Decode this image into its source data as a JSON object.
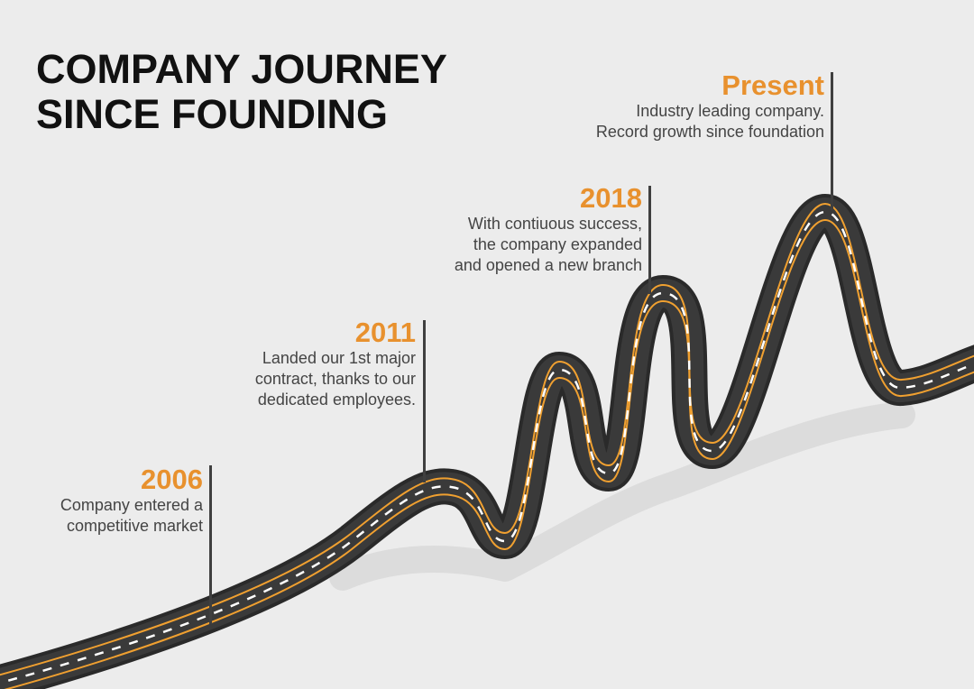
{
  "title": {
    "line1": "COMPANY JOURNEY",
    "line2": "SINCE FOUNDING"
  },
  "milestones": [
    {
      "year": "2006",
      "lines": [
        "Company entered a",
        "competitive market"
      ]
    },
    {
      "year": "2011",
      "lines": [
        "Landed our 1st major",
        "contract, thanks to our",
        "dedicated employees."
      ]
    },
    {
      "year": "2018",
      "lines": [
        "With contiuous success,",
        "the company expanded",
        "and opened a new branch"
      ]
    },
    {
      "year": "Present",
      "lines": [
        "Industry leading company.",
        "Record growth since foundation"
      ]
    }
  ],
  "colors": {
    "background": "#ececec",
    "accent": "#e8912e",
    "road": "#3a3a3a",
    "road_edge": "#2a2a2a",
    "center_line": "#ffffff",
    "lane_line": "#f0a030",
    "text": "#444444",
    "title": "#111111",
    "pole": "#3f3f3f"
  }
}
